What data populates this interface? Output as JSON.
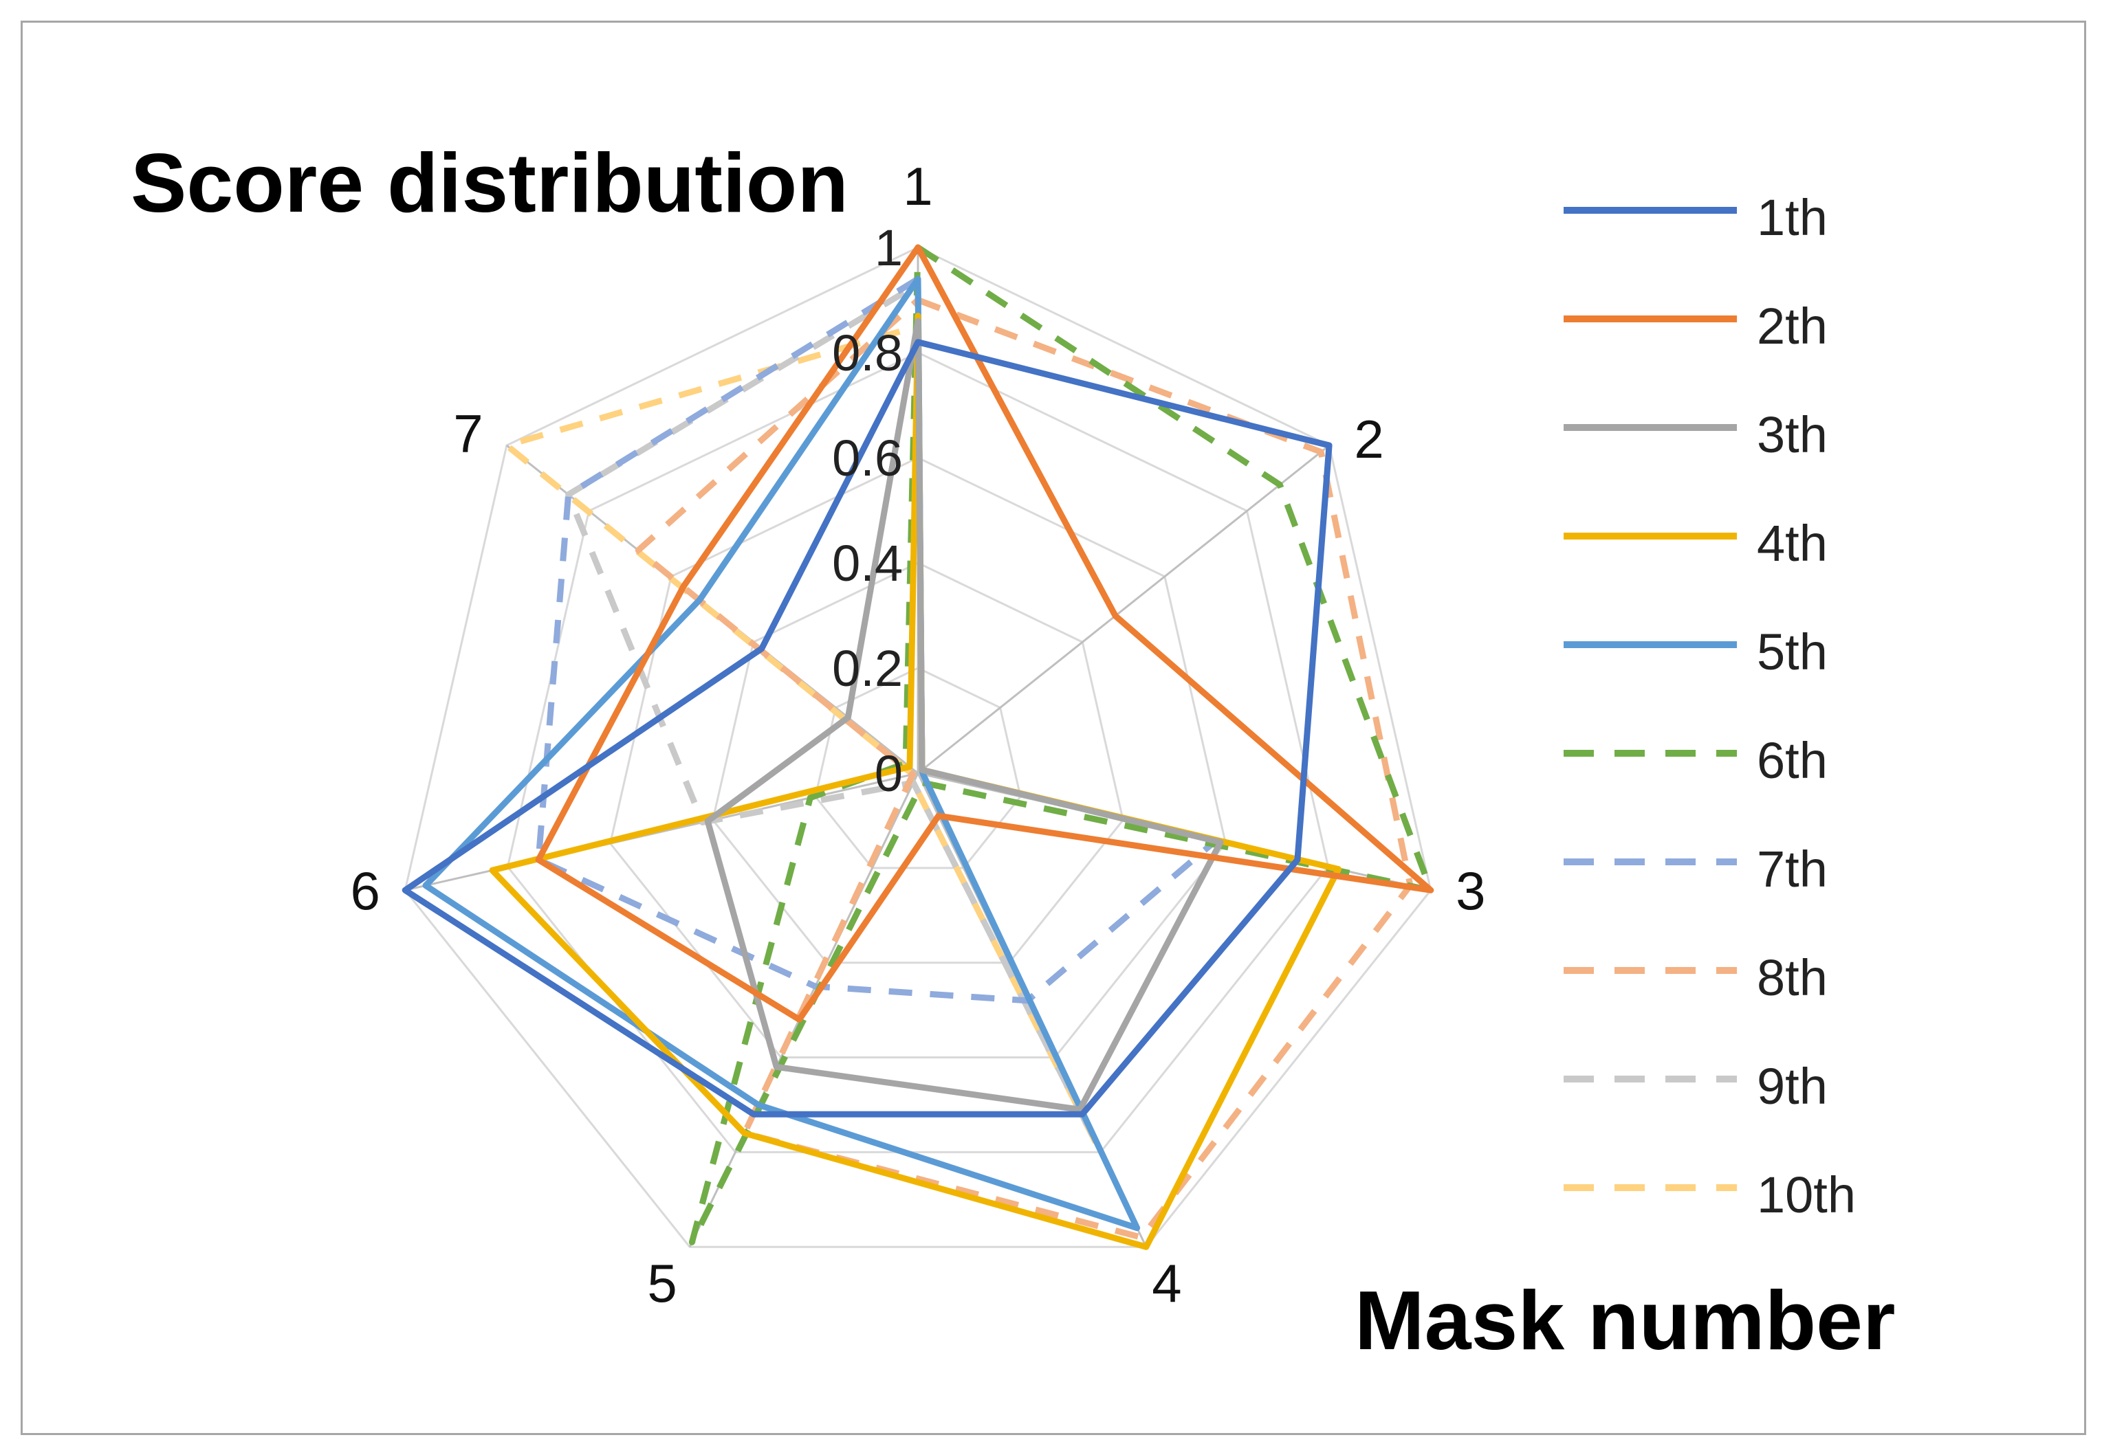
{
  "chart_data": {
    "type": "radar",
    "title": "Score distribution",
    "axis_title": "Mask number",
    "categories": [
      "1",
      "2",
      "3",
      "4",
      "5",
      "6",
      "7"
    ],
    "rlim": [
      0,
      1
    ],
    "ticks": [
      "0",
      "0.2",
      "0.4",
      "0.6",
      "0.8",
      "1"
    ],
    "grid": true,
    "legend_position": "right",
    "series": [
      {
        "name": "1th",
        "color": "#4472c4",
        "dash": false,
        "values": [
          0.82,
          1.0,
          0.74,
          0.72,
          0.72,
          1.0,
          0.38
        ]
      },
      {
        "name": "2th",
        "color": "#ed7d31",
        "dash": false,
        "values": [
          1.0,
          0.48,
          1.0,
          0.09,
          0.52,
          0.74,
          0.57
        ]
      },
      {
        "name": "3th",
        "color": "#a5a5a5",
        "dash": false,
        "values": [
          0.86,
          0.01,
          0.59,
          0.71,
          0.62,
          0.41,
          0.17
        ]
      },
      {
        "name": "4th",
        "color": "#f0b400",
        "dash": false,
        "values": [
          0.87,
          0.01,
          0.82,
          1.0,
          0.76,
          0.83,
          0.02
        ]
      },
      {
        "name": "5th",
        "color": "#5b9bd5",
        "dash": false,
        "values": [
          0.94,
          0.01,
          0.01,
          0.96,
          0.7,
          0.96,
          0.53
        ]
      },
      {
        "name": "6th",
        "color": "#70ad47",
        "dash": true,
        "values": [
          1.0,
          0.88,
          1.0,
          0.02,
          0.99,
          0.21,
          0.03
        ]
      },
      {
        "name": "7th",
        "color": "#8faadc",
        "dash": true,
        "values": [
          0.94,
          0.01,
          0.58,
          0.48,
          0.45,
          0.74,
          0.85
        ]
      },
      {
        "name": "8th",
        "color": "#f4b183",
        "dash": true,
        "values": [
          0.9,
          0.98,
          0.96,
          0.98,
          0.76,
          0.01,
          0.68
        ]
      },
      {
        "name": "9th",
        "color": "#c9c9c9",
        "dash": true,
        "values": [
          0.93,
          0.01,
          0.01,
          0.77,
          0.02,
          0.42,
          0.85
        ]
      },
      {
        "name": "10th",
        "color": "#ffd280",
        "dash": true,
        "values": [
          0.85,
          0.01,
          0.01,
          0.79,
          0.02,
          0.01,
          1.0
        ]
      }
    ]
  }
}
